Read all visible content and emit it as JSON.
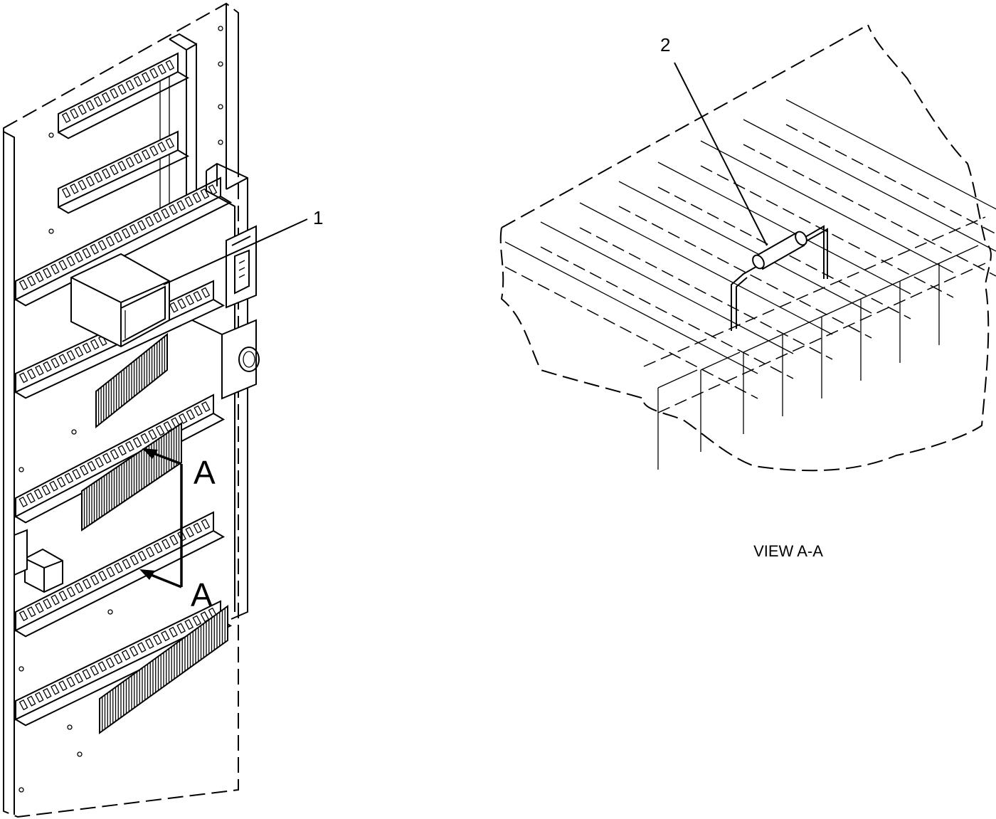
{
  "callouts": {
    "item_1": "1",
    "item_2": "2"
  },
  "section_markers": {
    "upper": "A",
    "lower": "A"
  },
  "view_caption": "VIEW A-A"
}
